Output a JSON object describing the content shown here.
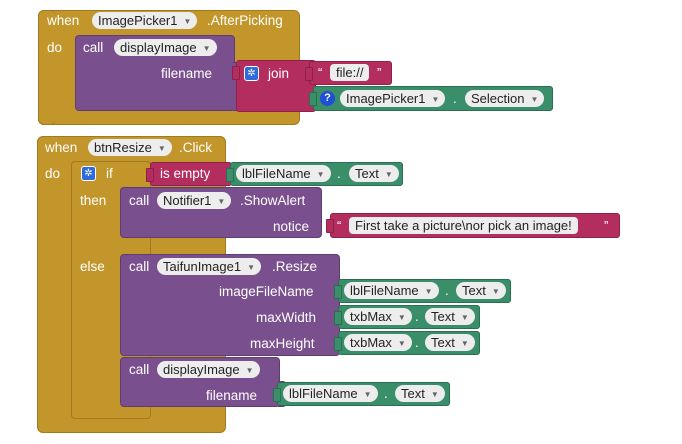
{
  "block1": {
    "event_word": "when",
    "component": "ImagePicker1",
    "event_name": ".AfterPicking",
    "do_label": "do",
    "call_word": "call",
    "procedure": "displayImage",
    "param": "filename",
    "join_label": "join",
    "string_value": "file://",
    "getter_component": "ImagePicker1",
    "getter_dot": ".",
    "getter_property": "Selection"
  },
  "block2": {
    "event_word": "when",
    "component": "btnResize",
    "event_name": ".Click",
    "do_label": "do",
    "if_label": "if",
    "then_label": "then",
    "else_label": "else",
    "is_empty_label": "is empty",
    "cond_component": "lblFileName",
    "cond_dot": ".",
    "cond_property": "Text",
    "alert_call": "call",
    "alert_component": "Notifier1",
    "alert_method": ".ShowAlert",
    "notice_label": "notice",
    "notice_text": "First take a picture\\nor pick an image!",
    "resize_call": "call",
    "resize_component": "TaifunImage1",
    "resize_method": ".Resize",
    "p1_label": "imageFileName",
    "p1_component": "lblFileName",
    "p1_dot": ".",
    "p1_property": "Text",
    "p2_label": "maxWidth",
    "p2_component": "txbMax",
    "p2_dot": ".",
    "p2_property": "Text",
    "p3_label": "maxHeight",
    "p3_component": "txbMax",
    "p3_dot": ".",
    "p3_property": "Text",
    "display_call": "call",
    "display_proc": "displayImage",
    "display_param": "filename",
    "d_component": "lblFileName",
    "d_dot": ".",
    "d_property": "Text"
  },
  "icons": {
    "gear": "gear-icon",
    "question": "question-icon",
    "dropdown": "dropdown-caret-icon"
  },
  "colors": {
    "event": "#c3962c",
    "procedure": "#7a4f8d",
    "text": "#b32d5e",
    "component": "#3a8f6a",
    "mutator": "#2e6cdc"
  }
}
